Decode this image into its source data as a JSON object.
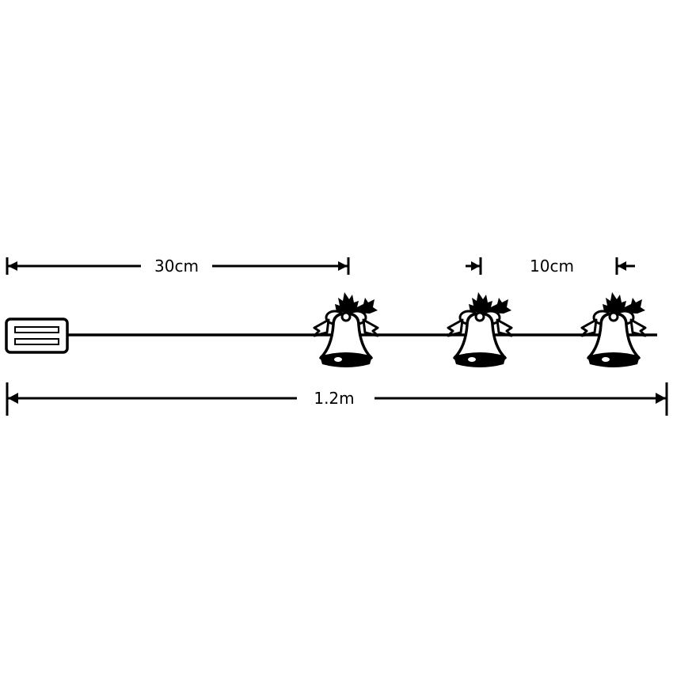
{
  "dimensions": {
    "lead_length": "30cm",
    "bell_spacing": "10cm",
    "total_length": "1.2m"
  },
  "colors": {
    "stroke": "#000000",
    "background": "#ffffff"
  }
}
